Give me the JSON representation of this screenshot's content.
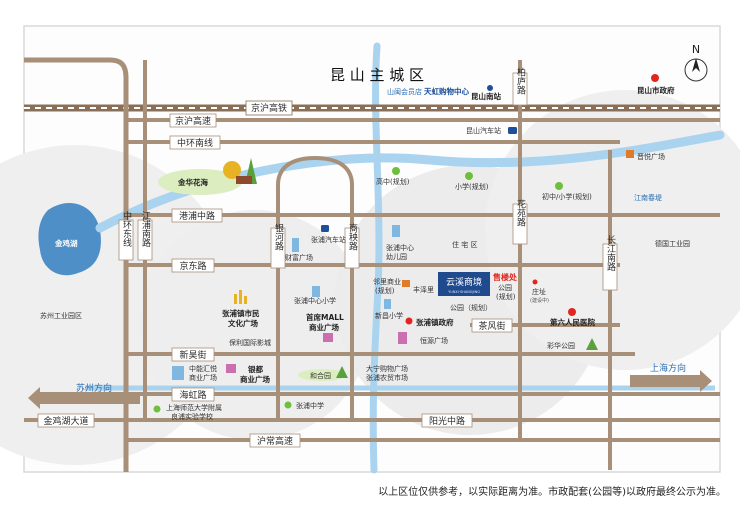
{
  "map": {
    "district_title": "昆 山 主 城 区",
    "compass_label": "N",
    "roads": {
      "jinghu_rail": "京沪高铁",
      "jinghu_expressway": "京沪高速",
      "zhonghuan_south": "中环南线",
      "ganghu_road": "港浦中路",
      "dongcheng_road": "京东路",
      "xinyi_street": "新昊街",
      "haihong_road": "海虹路",
      "huhu_expressway": "沪常高速",
      "jinji_avenue": "金鸡湖大道",
      "yangguang_road": "阳光中路",
      "chafeng_street": "茶风街",
      "zhonghuan_east": "中环东线",
      "jiangpu_road": "江浦南路",
      "yinhe_road": "银河路",
      "shangyang_road": "商秧路",
      "baiwei_road": "柏庐路",
      "huayuan_road": "花苑路",
      "changjiang_road": "长江南路",
      "shanghai_direction": "上海方向",
      "suzhou_direction": "苏州方向"
    },
    "poi": {
      "shandu": "山闽会员店",
      "tianhong": "天虹购物中心",
      "kunshan_south_station": "昆山南站",
      "city_gov": "昆山市政府",
      "bus_station": "昆山汽车站",
      "jinhua_sea": "金华花海",
      "gaozhong": "高中(规划)",
      "xiaoxue": "小学(规划)",
      "chuzhong": "初中/小学(规划)",
      "xinyue_plaza": "晋悦广场",
      "jiangnan_jiayuan": "江南春堤",
      "jinji_lake": "金鸡湖",
      "suzhou_park": "苏州工业园区",
      "zhangpu_bus": "张浦汽车站",
      "caifu_plaza": "财富广场",
      "zhangpu_kindergarten_1": "张浦中心",
      "zhangpu_kindergarten_2": "幼儿园",
      "residential": "住 宅 区",
      "deguo_park": "德国工业园",
      "zhangpu_culture_1": "张浦镇市民",
      "zhangpu_culture_2": "文化广场",
      "zhangpu_primary": "张浦中心小学",
      "neighborhood_1": "邻里商业",
      "neighborhood_2": "(规划)",
      "fengze_li": "丰泽里",
      "project_name": "云溪商境",
      "project_sub": "YUNXI·SHANGJING",
      "sales_office": "售楼处",
      "park_plan_1": "公园",
      "park_plan_2": "(规划)",
      "zhuangzhi": "庄址",
      "zhuangzhi_sub": "(建设中)",
      "park_plan_main": "公园（规划）",
      "xinchang_primary": "新昌小学",
      "zhangpu_gov": "张浦镇政府",
      "no6_hospital": "第六人民医院",
      "shoufu_mall_1": "首席MALL",
      "shoufu_mall_2": "商业广场",
      "baoli_cinema": "保利国际影城",
      "hengyuan": "恒源广场",
      "caihua_park": "彩华公园",
      "zhongneng_1": "中能汇悦",
      "zhongneng_2": "商业广场",
      "yindu_1": "银都",
      "yindu_2": "商业广场",
      "hehe_garden": "和合园",
      "taining_1": "大宁购物广场",
      "taining_2": "张浦农贸市场",
      "zhangpu_middle": "张浦中学",
      "shanghai_school_1": "上海师范大学附属",
      "shanghai_school_2": "良浦实验学校"
    }
  },
  "footer": {
    "disclaimer": "以上区位仅供参考，以实际距离为准。市政配套(公园等)以政府最终公示为准。"
  },
  "colors": {
    "road_main": "#a88f78",
    "road_rail": "#8a6f58",
    "river": "#a9d3ef",
    "lake": "#4f8fc7",
    "project_box": "#1f4b8e",
    "sales_red": "#e0261d"
  }
}
